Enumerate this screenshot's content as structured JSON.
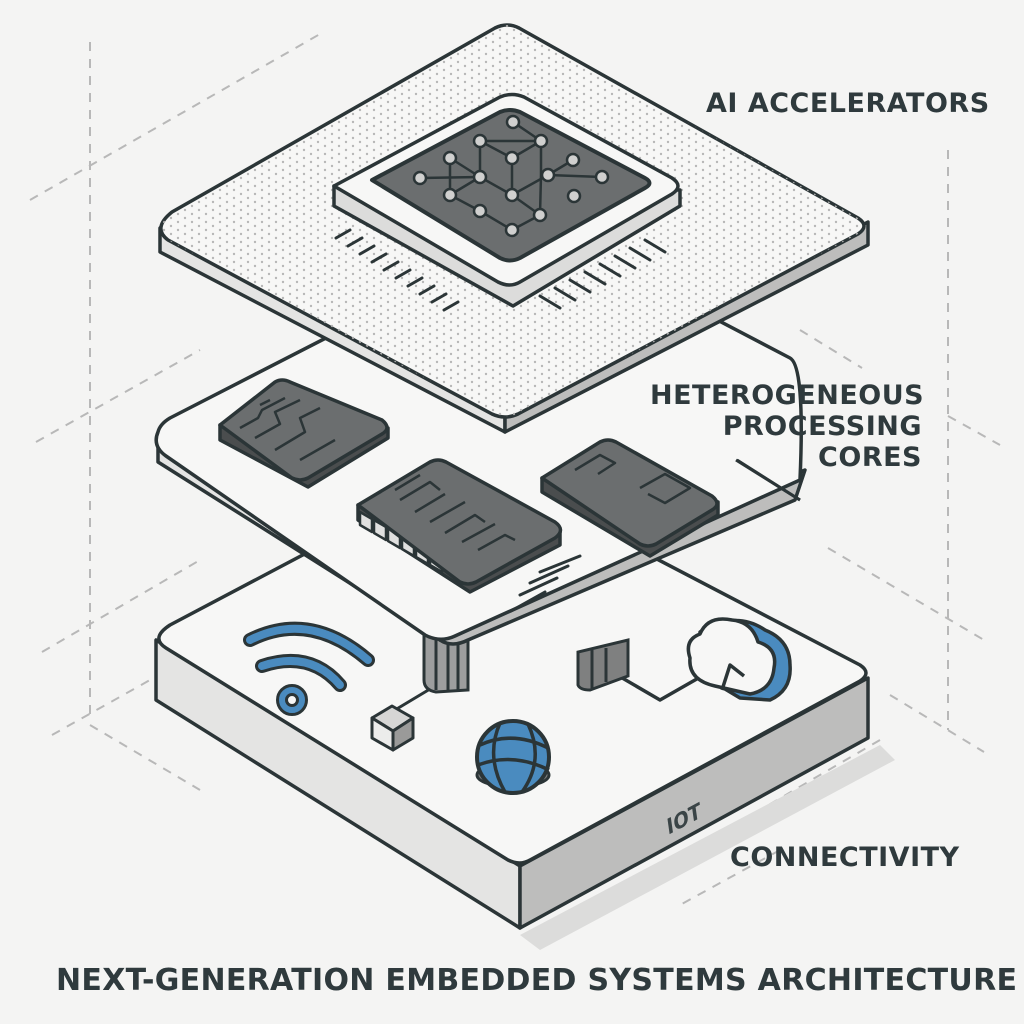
{
  "diagram": {
    "title": "NEXT-GENERATION EMBEDDED SYSTEMS ARCHITECTURE",
    "layers": [
      {
        "id": "top",
        "label": "AI ACCELERATORS",
        "components": [
          "neural-network-chip"
        ],
        "icon": "neural-network-icon"
      },
      {
        "id": "middle",
        "label_lines": [
          "HETEROGENEOUS",
          "PROCESSING CORES"
        ],
        "components": [
          "processor-core-1",
          "processor-core-2",
          "processor-core-3"
        ],
        "icon": "circuit-chip-icon"
      },
      {
        "id": "bottom",
        "label": "CONNECTIVITY",
        "side_text": "IOT",
        "components": [
          "wifi-icon",
          "globe-icon",
          "cloud-upload-icon",
          "sensor-cube"
        ]
      }
    ],
    "colors": {
      "background": "#f4f4f3",
      "outline": "#2b3537",
      "board_top": "#f7f7f6",
      "board_side_light": "#e2e2e1",
      "board_side_dark": "#b8b8b7",
      "chip_dark": "#6b6e6f",
      "accent_blue": "#4a8bbf",
      "text": "#2f3a3d",
      "guide_dash": "#b5b5b5"
    }
  }
}
